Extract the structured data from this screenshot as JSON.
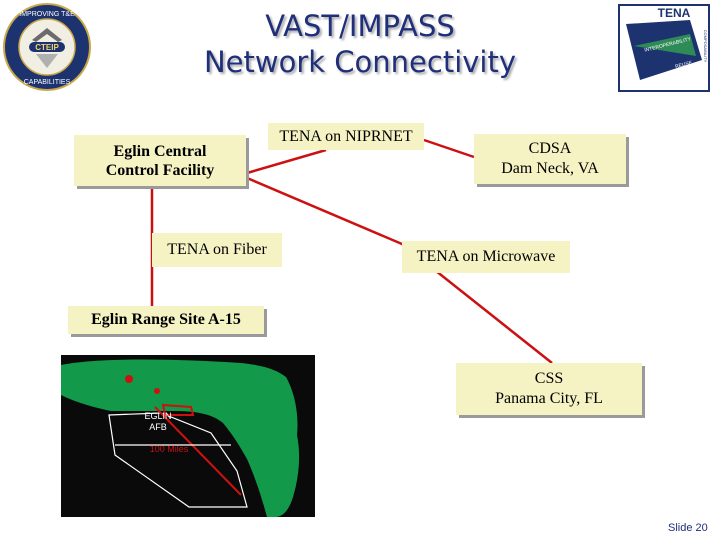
{
  "slide": {
    "title_line1": "VAST/IMPASS",
    "title_line2": "Network Connectivity",
    "number": "Slide 20"
  },
  "logos": {
    "left": {
      "ring_top": "IMPROVING T&E",
      "ring_bottom": "CAPABILITIES",
      "center": "CTEIP"
    },
    "right": {
      "title": "TENA",
      "tags": [
        "INTEROPERABILITY",
        "REUSE",
        "COMPOSABILITY"
      ]
    }
  },
  "nodes": {
    "eglin_central": {
      "line1": "Eglin Central",
      "line2": "Control Facility"
    },
    "cdsa": {
      "line1": "CDSA",
      "line2": "Dam Neck, VA"
    },
    "eglin_range": "Eglin Range Site A-15",
    "css": {
      "line1": "CSS",
      "line2": "Panama City, FL"
    }
  },
  "links": {
    "niprnet": "TENA on NIPRNET",
    "fiber": "TENA on Fiber",
    "microwave": "TENA on Microwave"
  },
  "map": {
    "base_label_1": "EGLIN",
    "base_label_2": "AFB",
    "distance_label": "100 Miles"
  },
  "colors": {
    "title": "#1f2f7a",
    "link_line": "#cc1111",
    "node_fill": "#f5f2c4",
    "map_land": "#129a4a",
    "map_sea": "#0a0a0a"
  }
}
